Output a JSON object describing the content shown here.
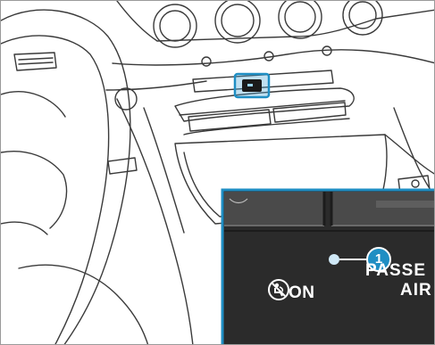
{
  "figure": {
    "callout_number": "1",
    "indicator_state_label": "ON",
    "passenger_label_line1": "PASSE",
    "passenger_label_line2": "AIR"
  },
  "icons": [
    "airbag-off-icon",
    "indicator-led-icon",
    "callout-marker-icon"
  ],
  "colors": {
    "accent": "#1f8ec3",
    "panel": "#2b2b2b",
    "line_art": "#3a3a3a",
    "highlight_box": "#4aa6d6"
  }
}
